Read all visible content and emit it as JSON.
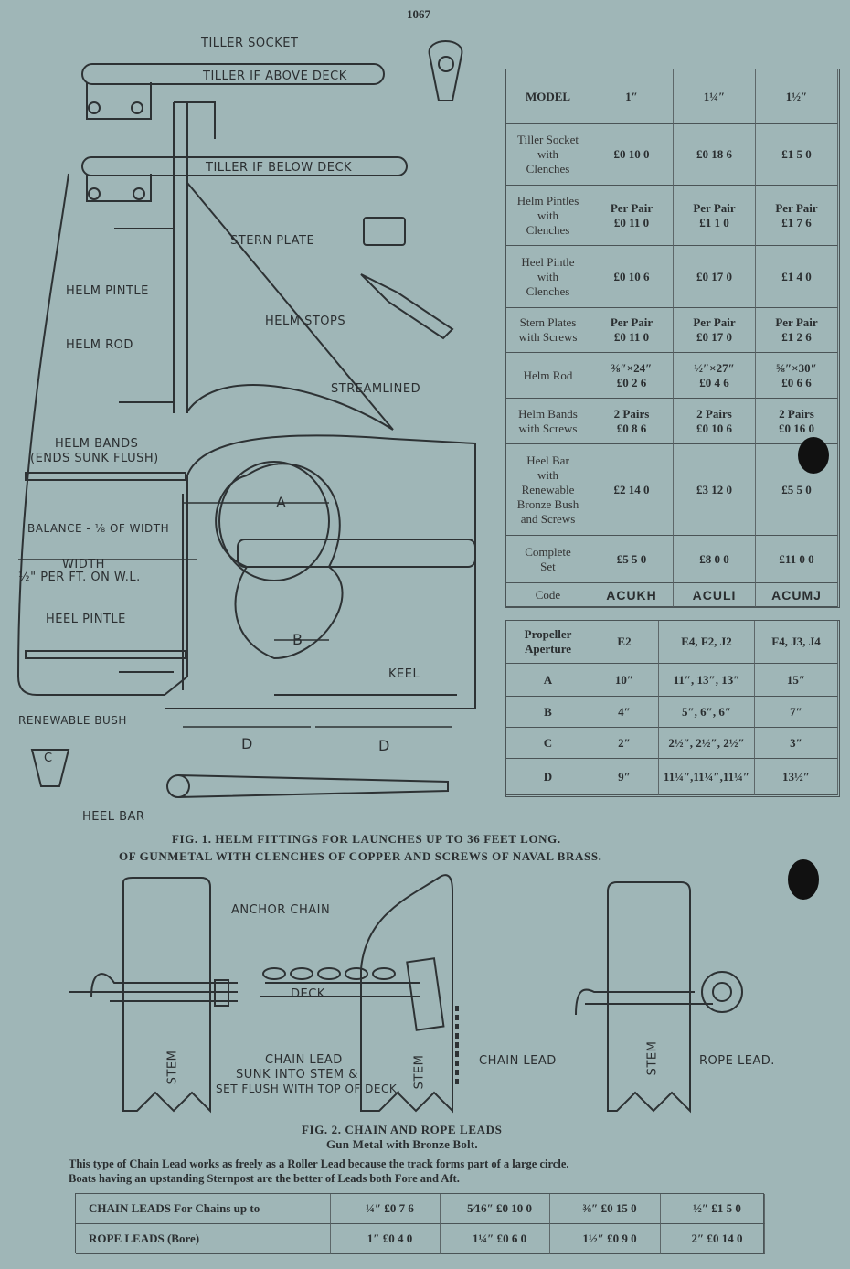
{
  "page_number": "1067",
  "fig1": {
    "labels": {
      "tiller_socket": "TILLER SOCKET",
      "tiller_above": "TILLER IF ABOVE DECK",
      "tiller_below": "TILLER IF BELOW DECK",
      "stern_plate": "STERN PLATE",
      "helm_pintle": "HELM PINTLE",
      "helm_stops": "HELM STOPS",
      "helm_rod": "HELM ROD",
      "streamlined": "STREAMLINED",
      "helm_bands": "HELM BANDS",
      "helm_bands_note": "(ENDS SUNK FLUSH)",
      "a": "A",
      "balance": "BALANCE - ⅛ OF WIDTH",
      "width": "WIDTH",
      "width_note": "½\" PER FT. ON W.L.",
      "b": "B",
      "heel_pintle": "HEEL PINTLE",
      "keel": "KEEL",
      "renewable_bush": "RENEWABLE BUSH",
      "c": "C",
      "d1": "D",
      "d2": "D",
      "heel_bar": "HEEL BAR"
    },
    "caption_line1": "FIG. 1.   HELM FITTINGS FOR LAUNCHES UP TO 36 FEET LONG.",
    "caption_line2": "OF GUNMETAL WITH CLENCHES OF COPPER AND SCREWS OF NAVAL BRASS."
  },
  "price_table": {
    "header": [
      "MODEL",
      "1″",
      "1¼″",
      "1½″"
    ],
    "rows": [
      [
        "Tiller Socket\nwith\nClenches",
        "£0 10  0",
        "£0 18  6",
        "£1  5  0"
      ],
      [
        "Helm Pintles\nwith\nClenches",
        "Per Pair\n£0 11  0",
        "Per Pair\n£1  1  0",
        "Per Pair\n£1  7  6"
      ],
      [
        "Heel Pintle\nwith\nClenches",
        "£0 10  6",
        "£0 17  0",
        "£1  4  0"
      ],
      [
        "Stern Plates\nwith Screws",
        "Per Pair\n£0 11  0",
        "Per Pair\n£0 17  0",
        "Per Pair\n£1  2  6"
      ],
      [
        "Helm Rod",
        "⅜″×24″\n£0  2  6",
        "½″×27″\n£0  4  6",
        "⅝″×30″\n£0  6  6"
      ],
      [
        "Helm Bands\nwith Screws",
        "2 Pairs\n£0  8  6",
        "2 Pairs\n£0 10  6",
        "2 Pairs\n£0 16  0"
      ],
      [
        "Heel Bar\nwith\nRenewable\nBronze Bush\nand Screws",
        "£2 14  0",
        "£3 12  0",
        "£5  5  0"
      ],
      [
        "Complete\nSet",
        "£5  5  0",
        "£8  0  0",
        "£11 0  0"
      ],
      [
        "Code",
        "ACUKH",
        "ACULI",
        "ACUMJ"
      ]
    ]
  },
  "aperture_table": {
    "header": [
      "Propeller\nAperture",
      "E2",
      "E4,  F2,  J2",
      "F4, J3, J4"
    ],
    "rows": [
      [
        "A",
        "10″",
        "11″, 13″, 13″",
        "15″"
      ],
      [
        "B",
        "4″",
        "5″,  6″,  6″",
        "7″"
      ],
      [
        "C",
        "2″",
        "2½″, 2½″, 2½″",
        "3″"
      ],
      [
        "D",
        "9″",
        "11¼″,11¼″,11¼″",
        "13½″"
      ]
    ]
  },
  "fig2": {
    "labels": {
      "anchor_chain": "ANCHOR CHAIN",
      "deck": "DECK",
      "chain_lead_note1": "CHAIN LEAD",
      "chain_lead_note2": "SUNK INTO STEM &",
      "chain_lead_note3": "SET FLUSH WITH TOP OF DECK.",
      "stem1": "STEM",
      "stem2": "STEM",
      "stem3": "STEM",
      "chain_lead": "CHAIN LEAD",
      "rope_lead": "ROPE LEAD."
    },
    "caption_line1": "FIG. 2.   CHAIN AND ROPE LEADS",
    "caption_line2": "Gun Metal with Bronze Bolt."
  },
  "description": [
    "This type of Chain Lead works as freely as a Roller Lead because the track forms part of a large circle.",
    "Boats having an upstanding Sternpost are the better of Leads both Fore and Aft."
  ],
  "leads_table": {
    "rows": [
      [
        "CHAIN LEADS   For Chains up to",
        "¼″   £0  7  6",
        "5⁄16″  £0 10  0",
        "⅜″   £0 15  0",
        "½″  £1  5  0"
      ],
      [
        "ROPE LEADS (Bore)",
        "1″   £0  4  0",
        "1¼″   £0  6  0",
        "1½″   £0  9  0",
        "2″  £0 14  0"
      ]
    ]
  }
}
